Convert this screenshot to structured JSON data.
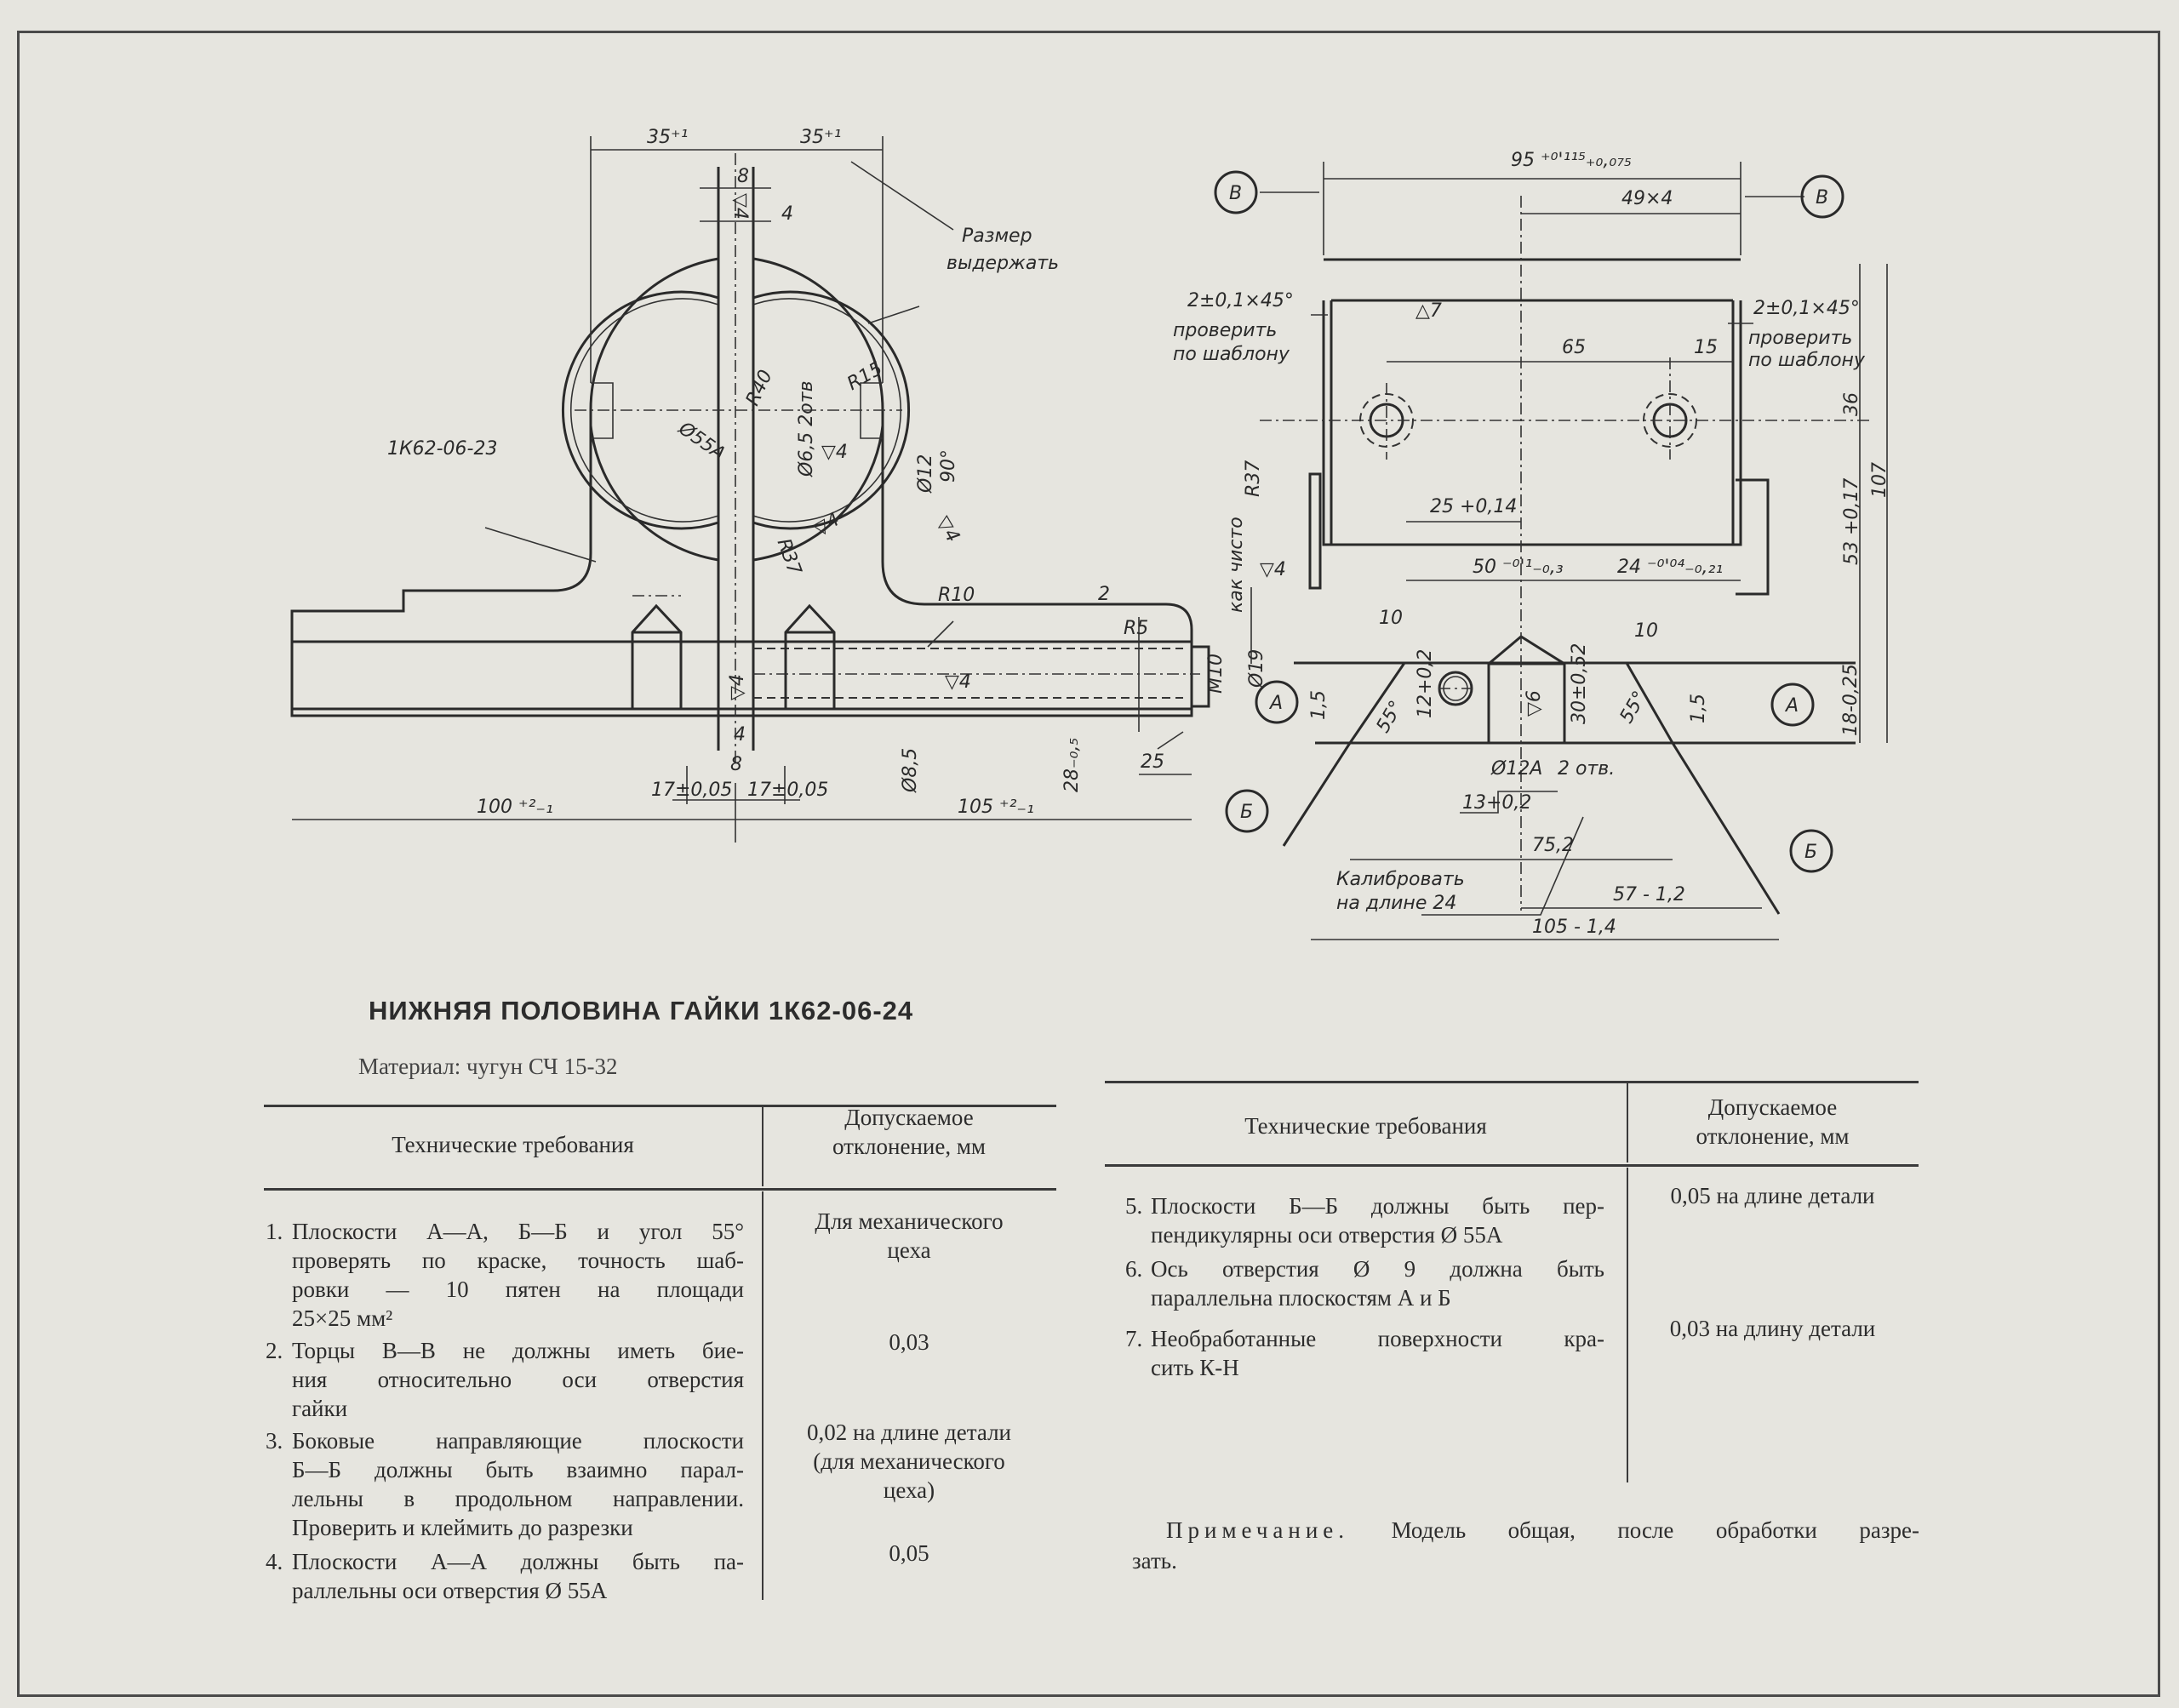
{
  "title": "НИЖНЯЯ ПОЛОВИНА ГАЙКИ 1К62-06-24",
  "material": "Материал: чугун СЧ 15-32",
  "table_left": {
    "header_req": "Технические требования",
    "header_dev": [
      "Допускаемое",
      "отклонение, мм"
    ],
    "rows": [
      {
        "num": "1.",
        "lines": [
          "Плоскости А—А, Б—Б и угол 55°",
          "проверять по краске, точность шаб-",
          "ровки — 10 пятен на площади",
          "25×25 мм²"
        ],
        "value": [
          "Для механического",
          "цеха"
        ]
      },
      {
        "num": "2.",
        "lines": [
          "Торцы В—В не должны иметь бие-",
          "ния относительно оси отверстия",
          "гайки"
        ],
        "value": [
          "0,03"
        ]
      },
      {
        "num": "3.",
        "lines": [
          "Боковые направляющие плоскости",
          "Б—Б должны быть взаимно парал-",
          "лельны в продольном направлении.",
          "Проверить и клеймить до разрезки"
        ],
        "value": [
          "0,02 на длине детали",
          "(для механического",
          "цеха)"
        ]
      },
      {
        "num": "4.",
        "lines": [
          "Плоскости А—А должны быть па-",
          "раллельны оси отверстия Ø 55А"
        ],
        "value": [
          "0,05"
        ]
      }
    ]
  },
  "table_right": {
    "header_req": "Технические требования",
    "header_dev": [
      "Допускаемое",
      "отклонение, мм"
    ],
    "rows": [
      {
        "num": "5.",
        "lines": [
          "Плоскости Б—Б должны быть пер-",
          "пендикулярны оси отверстия Ø 55А"
        ],
        "value": [
          "0,05 на длине детали"
        ]
      },
      {
        "num": "6.",
        "lines": [
          "Ось отверстия Ø 9 должна быть",
          "параллельна плоскостям А и Б"
        ]
      },
      {
        "num": "7.",
        "lines": [
          "Необработанные поверхности кра-",
          "сить К-Н"
        ],
        "value": [
          "0,03 на длину детали"
        ]
      }
    ]
  },
  "note": {
    "label": "Примечание.",
    "line1": "Модель общая, после обработки разре-",
    "line2": "зать."
  },
  "drawing": {
    "left_view": {
      "dim_35_a": "35⁺¹",
      "dim_35_b": "35⁺¹",
      "dim_8_top": "8",
      "dim_4_top": "4",
      "rough_4_top": "▽4",
      "note_size": [
        "Размер",
        "выдержать"
      ],
      "r40": "R40",
      "d55a": "Ø55A",
      "d65": "Ø6,5 2отв",
      "r15": "R15",
      "d12": "Ø12",
      "a90": "90°",
      "rough_4_c": "▽4",
      "rough_4_r": "▽4",
      "rough_4_b": "▽4",
      "r37": "R37",
      "part_ref": "1К62-06-23",
      "r10": "R10",
      "r5": "R5",
      "dim_2": "2",
      "m10": "М10",
      "d19": "Ø19",
      "rough_4_bore": "▽4",
      "rough_4_slot": "▽4",
      "d85": "Ø8,5",
      "dim_28": "28₋₀,₅",
      "dim_25": "25",
      "dim_4_bot": "4",
      "dim_8_bot": "8",
      "dim_17a": "17±0,05",
      "dim_17b": "17±0,05",
      "dim_100": "100 ⁺²₋₁",
      "dim_105": "105 ⁺²₋₁"
    },
    "right_view": {
      "marker_v": "В",
      "marker_a": "А",
      "marker_b": "Б",
      "dim_95": "95 ⁺⁰'¹¹⁵₊₀,₀₇₅",
      "dim_49x4": "49×4",
      "chamfer": "2±0,1×45°",
      "check": [
        "проверить",
        "по шаблону"
      ],
      "rough_7": "△7",
      "dim_65": "65",
      "dim_15": "15",
      "dim_36": "36",
      "dim_107": "107",
      "dim_53": "53 +0,17",
      "r37": "R37",
      "as_clean": "как чисто",
      "rough_4": "▽4",
      "dim_25": "25 +0,14",
      "dim_50": "50 ⁻⁰'¹₋₀,₃",
      "dim_24": "24 ⁻⁰'⁰⁴₋₀,₂₁",
      "dim_10": "10",
      "dim_12": "12+0,2",
      "dim_30": "30±0,52",
      "angle_55": "55°",
      "dim_15b": "1,5",
      "dim_18": "18-0,25",
      "rough_6": "▽6",
      "d12a": "Ø12A",
      "holes": "2 отв.",
      "dim_13": "13+0,2",
      "dim_752": "75,2",
      "calib": [
        "Калибровать",
        "на длине 24"
      ],
      "dim_57": "57 - 1,2",
      "dim_105": "105 - 1,4"
    }
  }
}
